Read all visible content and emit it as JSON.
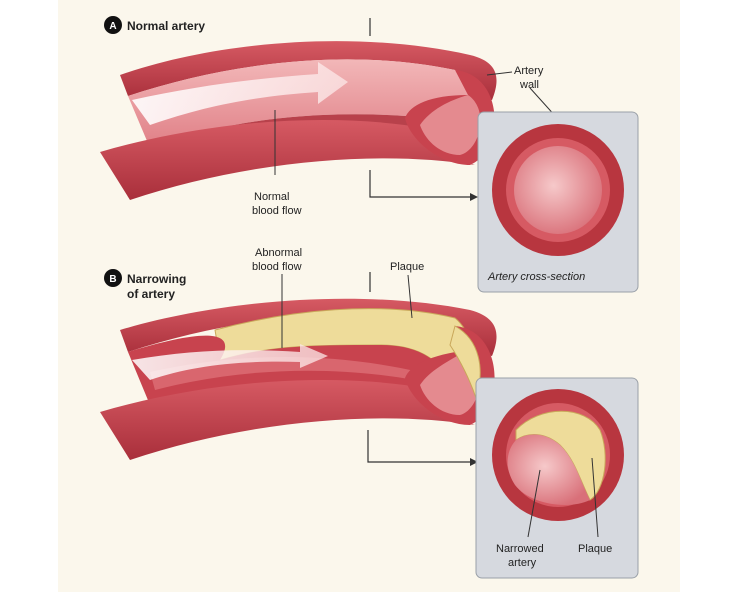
{
  "panel_a": {
    "badge": "A",
    "title": "Normal artery",
    "artery_wall_label_1": "Artery",
    "artery_wall_label_2": "wall",
    "flow_label_1": "Normal",
    "flow_label_2": "blood flow",
    "cross_section_caption": "Artery cross-section"
  },
  "panel_b": {
    "badge": "B",
    "title_1": "Narrowing",
    "title_2": "of artery",
    "flow_label_1": "Abnormal",
    "flow_label_2": "blood flow",
    "plaque_label": "Plaque",
    "narrowed_label_1": "Narrowed",
    "narrowed_label_2": "artery",
    "cross_plaque_label": "Plaque"
  },
  "colors": {
    "background": "#fbf7ec",
    "artery_wall": "#c8434e",
    "artery_dark": "#a92f3b",
    "lumen": "#e48a8f",
    "plaque": "#eedc9a",
    "inset_panel": "#d6d9df"
  }
}
